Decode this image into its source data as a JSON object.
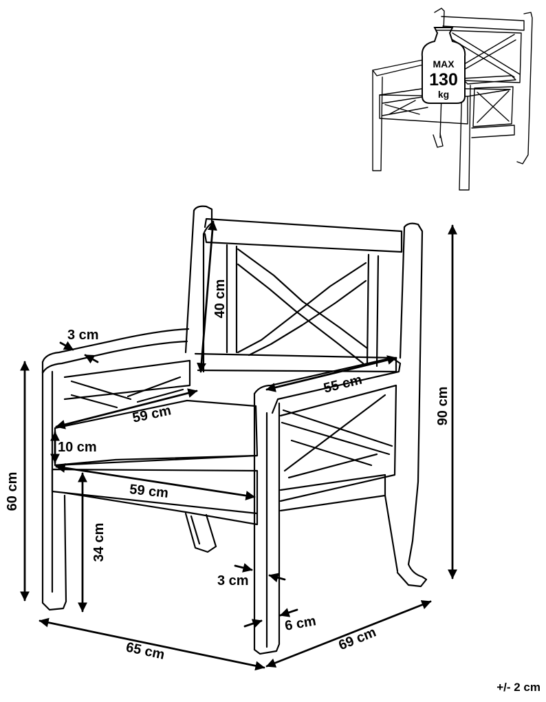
{
  "badge": {
    "top": "MAX",
    "value": "130",
    "unit": "kg"
  },
  "dimensions": {
    "armrest_thickness": "3 cm",
    "backrest_height": "40 cm",
    "seat_depth": "55 cm",
    "seat_width_upper": "59 cm",
    "cushion_height": "10 cm",
    "seat_width_lower": "59 cm",
    "arm_height": "60 cm",
    "seat_height": "34 cm",
    "leg_front_width": "3 cm",
    "leg_side_width": "6 cm",
    "total_width": "65 cm",
    "total_depth": "69 cm",
    "total_height": "90 cm"
  },
  "tolerance": "+/- 2 cm"
}
